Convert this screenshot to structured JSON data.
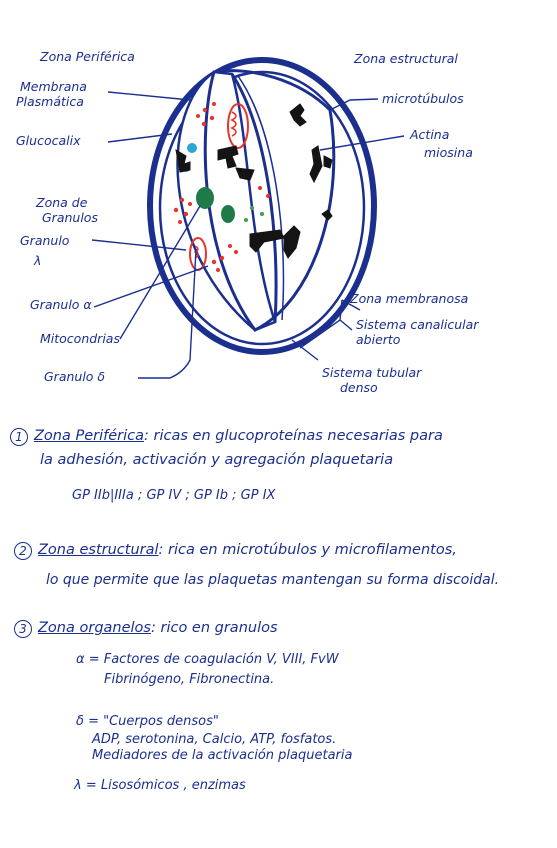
{
  "diagram": {
    "labels": {
      "zona_periferica": "Zona Periférica",
      "zona_estructural": "Zona estructural",
      "membrana_1": "Membrana",
      "membrana_2": "Plasmática",
      "glucocalix": "Glucocalix",
      "microtubulos": "microtúbulos",
      "actina": "Actina",
      "miosina": "miosina",
      "zona_granulos_1": "Zona de",
      "zona_granulos_2": "Granulos",
      "granulo_lambda_1": "Granulo",
      "granulo_lambda_2": "λ",
      "granulo_alfa": "Granulo α",
      "mitocondrias": "Mitocondrias",
      "granulo_delta": "Granulo δ",
      "zona_membranosa": "Zona membranosa",
      "sistema_canalicular_1": "Sistema canalicular",
      "sistema_canalicular_2": "abierto",
      "sistema_tubular_1": "Sistema tubular",
      "sistema_tubular_2": "denso"
    },
    "colors": {
      "ink": "#1b2f8f",
      "granules_red": "#e8342a",
      "mitochondria_green": "#1f7a4a",
      "microtubule_black": "#141414",
      "dots_cyan": "#29a6d6",
      "dots_green": "#3aa04a"
    }
  },
  "notes": {
    "n1_number": "1",
    "n1_title": "Zona Periférica",
    "n1_text": ": ricas en glucoproteínas necesarias para",
    "n1_text2": "la adhesión, activación  y agregación plaquetaria",
    "gp_line": "GP IIb|IIIa  ; GP IV  ; GP Ib  ; GP IX",
    "n2_number": "2",
    "n2_title": "Zona estructural",
    "n2_text": ": rica en microtúbulos  y microfilamentos,",
    "n2_text2": "lo que permite que las plaquetas mantengan su forma discoidal.",
    "n3_number": "3",
    "n3_title": "Zona organelos",
    "n3_text": ": rico en granulos",
    "alfa_1": "α =  Factores de coagulación  V, VIII, FvW",
    "alfa_2": "Fibrinógeno, Fibronectina.",
    "delta_1": "δ = \"Cuerpos densos\"",
    "delta_2": "ADP, serotonina, Calcio, ATP, fosfatos.",
    "delta_3": "Mediadores de la activación  plaquetaria",
    "lambda_1": "λ = Lisosómicos , enzimas"
  }
}
